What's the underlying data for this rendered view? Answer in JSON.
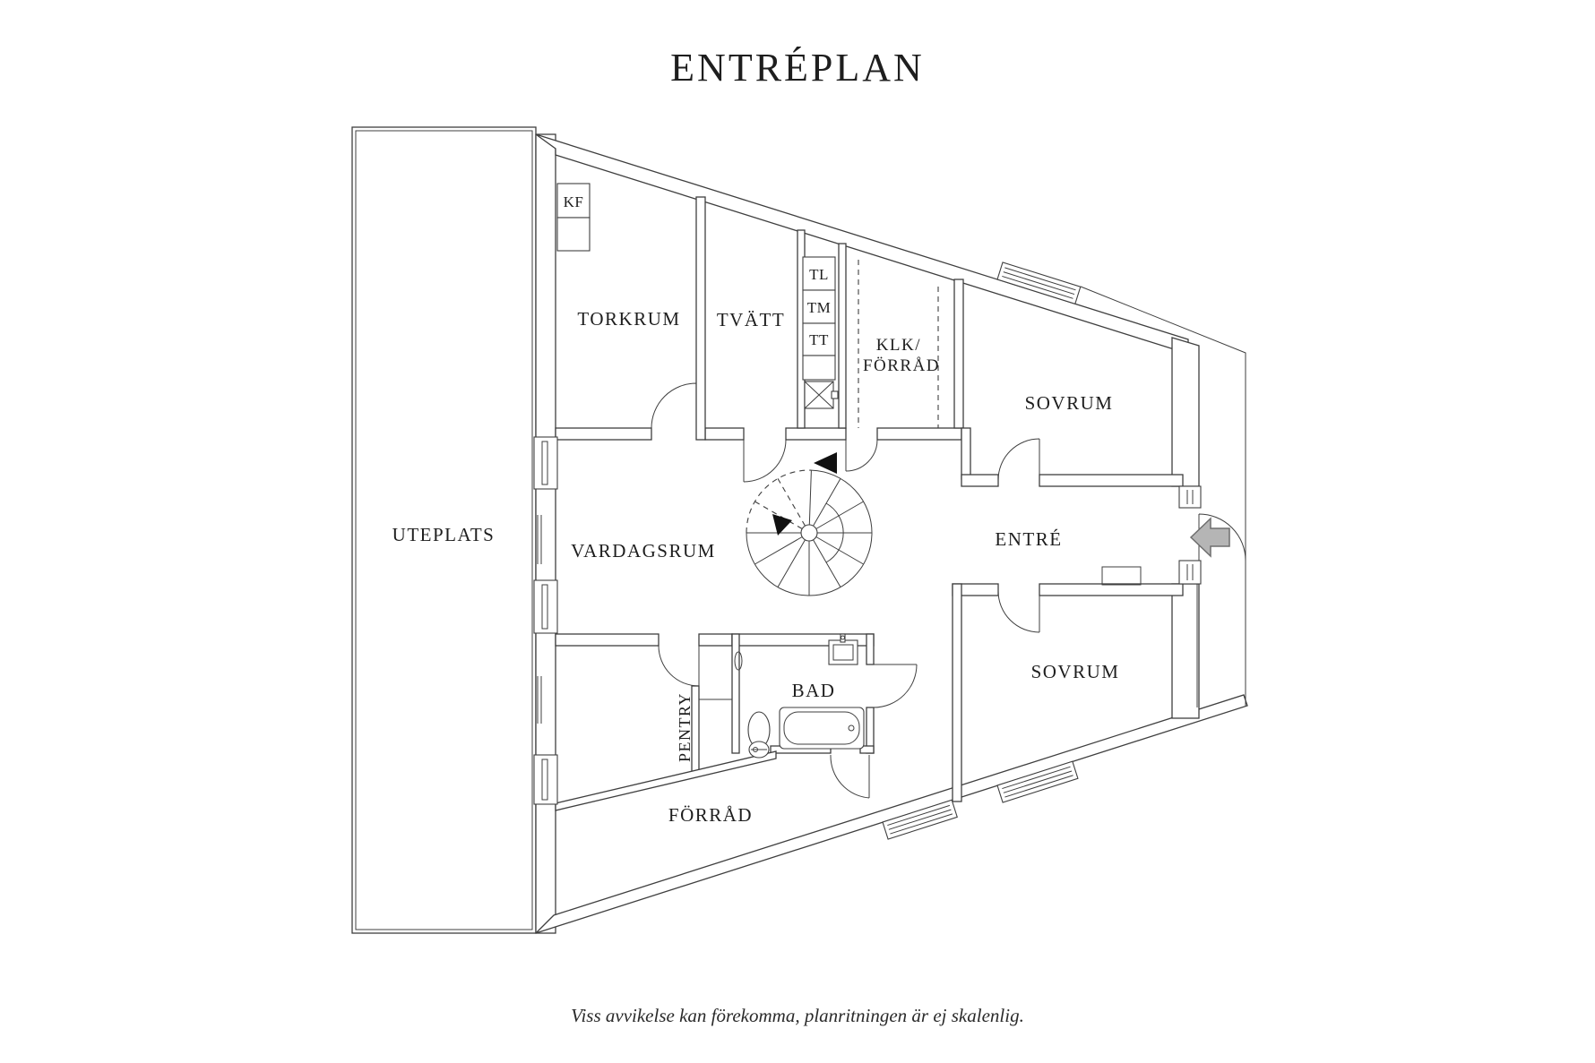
{
  "title": "ENTRÉPLAN",
  "footer": {
    "disclaimer": "Viss avvikelse kan förekomma, planritningen är ej skalenlig."
  },
  "rooms": {
    "uteplats": {
      "label": "UTEPLATS"
    },
    "torkrum": {
      "label": "TORKRUM"
    },
    "tvatt": {
      "label": "TVÄTT"
    },
    "klk_forrad": {
      "label_line1": "KLK/",
      "label_line2": "FÖRRÅD"
    },
    "sovrum_top": {
      "label": "SOVRUM"
    },
    "vardagsrum": {
      "label": "VARDAGSRUM"
    },
    "entre": {
      "label": "ENTRÉ"
    },
    "bad": {
      "label": "BAD"
    },
    "pentry": {
      "label": "PENTRY"
    },
    "sovrum_bottom": {
      "label": "SOVRUM"
    },
    "forrad": {
      "label": "FÖRRÅD"
    }
  },
  "appliances": {
    "kf": {
      "label": "KF"
    },
    "tl": {
      "label": "TL"
    },
    "tm": {
      "label": "TM"
    },
    "tt": {
      "label": "TT"
    }
  },
  "colors": {
    "background": "#ffffff",
    "line": "#3f3f3f",
    "text": "#1e1e1e",
    "arrow_fill": "#b5b5b5",
    "arrow_stroke": "#6e6e6e"
  }
}
